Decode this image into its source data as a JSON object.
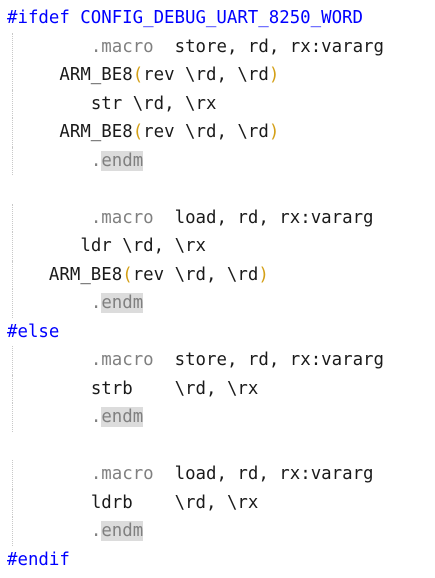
{
  "colors": {
    "directive": "#0000ff",
    "text": "#1a1a1a",
    "dim": "#808080",
    "endm_highlight": "#dcdcdc",
    "paren": "#d4a017",
    "guide": "#c8c8c8"
  },
  "lines": [
    {
      "indent": 0,
      "segments": [
        {
          "t": "#ifdef CONFIG_DEBUG_UART_8250_WORD",
          "c": "dir"
        }
      ]
    },
    {
      "indent": 8,
      "segments": [
        {
          "t": ".macro",
          "c": "dim"
        },
        {
          "t": "  store, rd, rx:vararg",
          "c": ""
        }
      ]
    },
    {
      "indent": 5,
      "segments": [
        {
          "t": "ARM_BE8",
          "c": ""
        },
        {
          "t": "(",
          "c": "paren"
        },
        {
          "t": "rev \\rd, \\rd",
          "c": ""
        },
        {
          "t": ")",
          "c": "paren"
        }
      ]
    },
    {
      "indent": 8,
      "segments": [
        {
          "t": "str \\rd, \\rx",
          "c": ""
        }
      ]
    },
    {
      "indent": 5,
      "segments": [
        {
          "t": "ARM_BE8",
          "c": ""
        },
        {
          "t": "(",
          "c": "paren"
        },
        {
          "t": "rev \\rd, \\rd",
          "c": ""
        },
        {
          "t": ")",
          "c": "paren"
        }
      ]
    },
    {
      "indent": 8,
      "segments": [
        {
          "t": ".",
          "c": "dim"
        },
        {
          "t": "endm",
          "c": "endm"
        }
      ]
    },
    {
      "indent": 0,
      "segments": []
    },
    {
      "indent": 8,
      "segments": [
        {
          "t": ".macro",
          "c": "dim"
        },
        {
          "t": "  load, rd, rx:vararg",
          "c": ""
        }
      ]
    },
    {
      "indent": 7,
      "segments": [
        {
          "t": "ldr \\rd, \\rx",
          "c": ""
        }
      ]
    },
    {
      "indent": 4,
      "segments": [
        {
          "t": "ARM_BE8",
          "c": ""
        },
        {
          "t": "(",
          "c": "paren"
        },
        {
          "t": "rev \\rd, \\rd",
          "c": ""
        },
        {
          "t": ")",
          "c": "paren"
        }
      ]
    },
    {
      "indent": 8,
      "segments": [
        {
          "t": ".",
          "c": "dim"
        },
        {
          "t": "endm",
          "c": "endm"
        }
      ]
    },
    {
      "indent": 0,
      "segments": [
        {
          "t": "#else",
          "c": "dir"
        }
      ]
    },
    {
      "indent": 8,
      "segments": [
        {
          "t": ".macro",
          "c": "dim"
        },
        {
          "t": "  store, rd, rx:vararg",
          "c": ""
        }
      ]
    },
    {
      "indent": 8,
      "segments": [
        {
          "t": "strb    \\rd, \\rx",
          "c": ""
        }
      ]
    },
    {
      "indent": 8,
      "segments": [
        {
          "t": ".",
          "c": "dim"
        },
        {
          "t": "endm",
          "c": "endm"
        }
      ]
    },
    {
      "indent": 0,
      "segments": []
    },
    {
      "indent": 8,
      "segments": [
        {
          "t": ".macro",
          "c": "dim"
        },
        {
          "t": "  load, rd, rx:vararg",
          "c": ""
        }
      ]
    },
    {
      "indent": 8,
      "segments": [
        {
          "t": "ldrb    \\rd, \\rx",
          "c": ""
        }
      ]
    },
    {
      "indent": 8,
      "segments": [
        {
          "t": ".",
          "c": "dim"
        },
        {
          "t": "endm",
          "c": "endm"
        }
      ]
    },
    {
      "indent": 0,
      "segments": [
        {
          "t": "#endif",
          "c": "dir"
        }
      ]
    }
  ]
}
